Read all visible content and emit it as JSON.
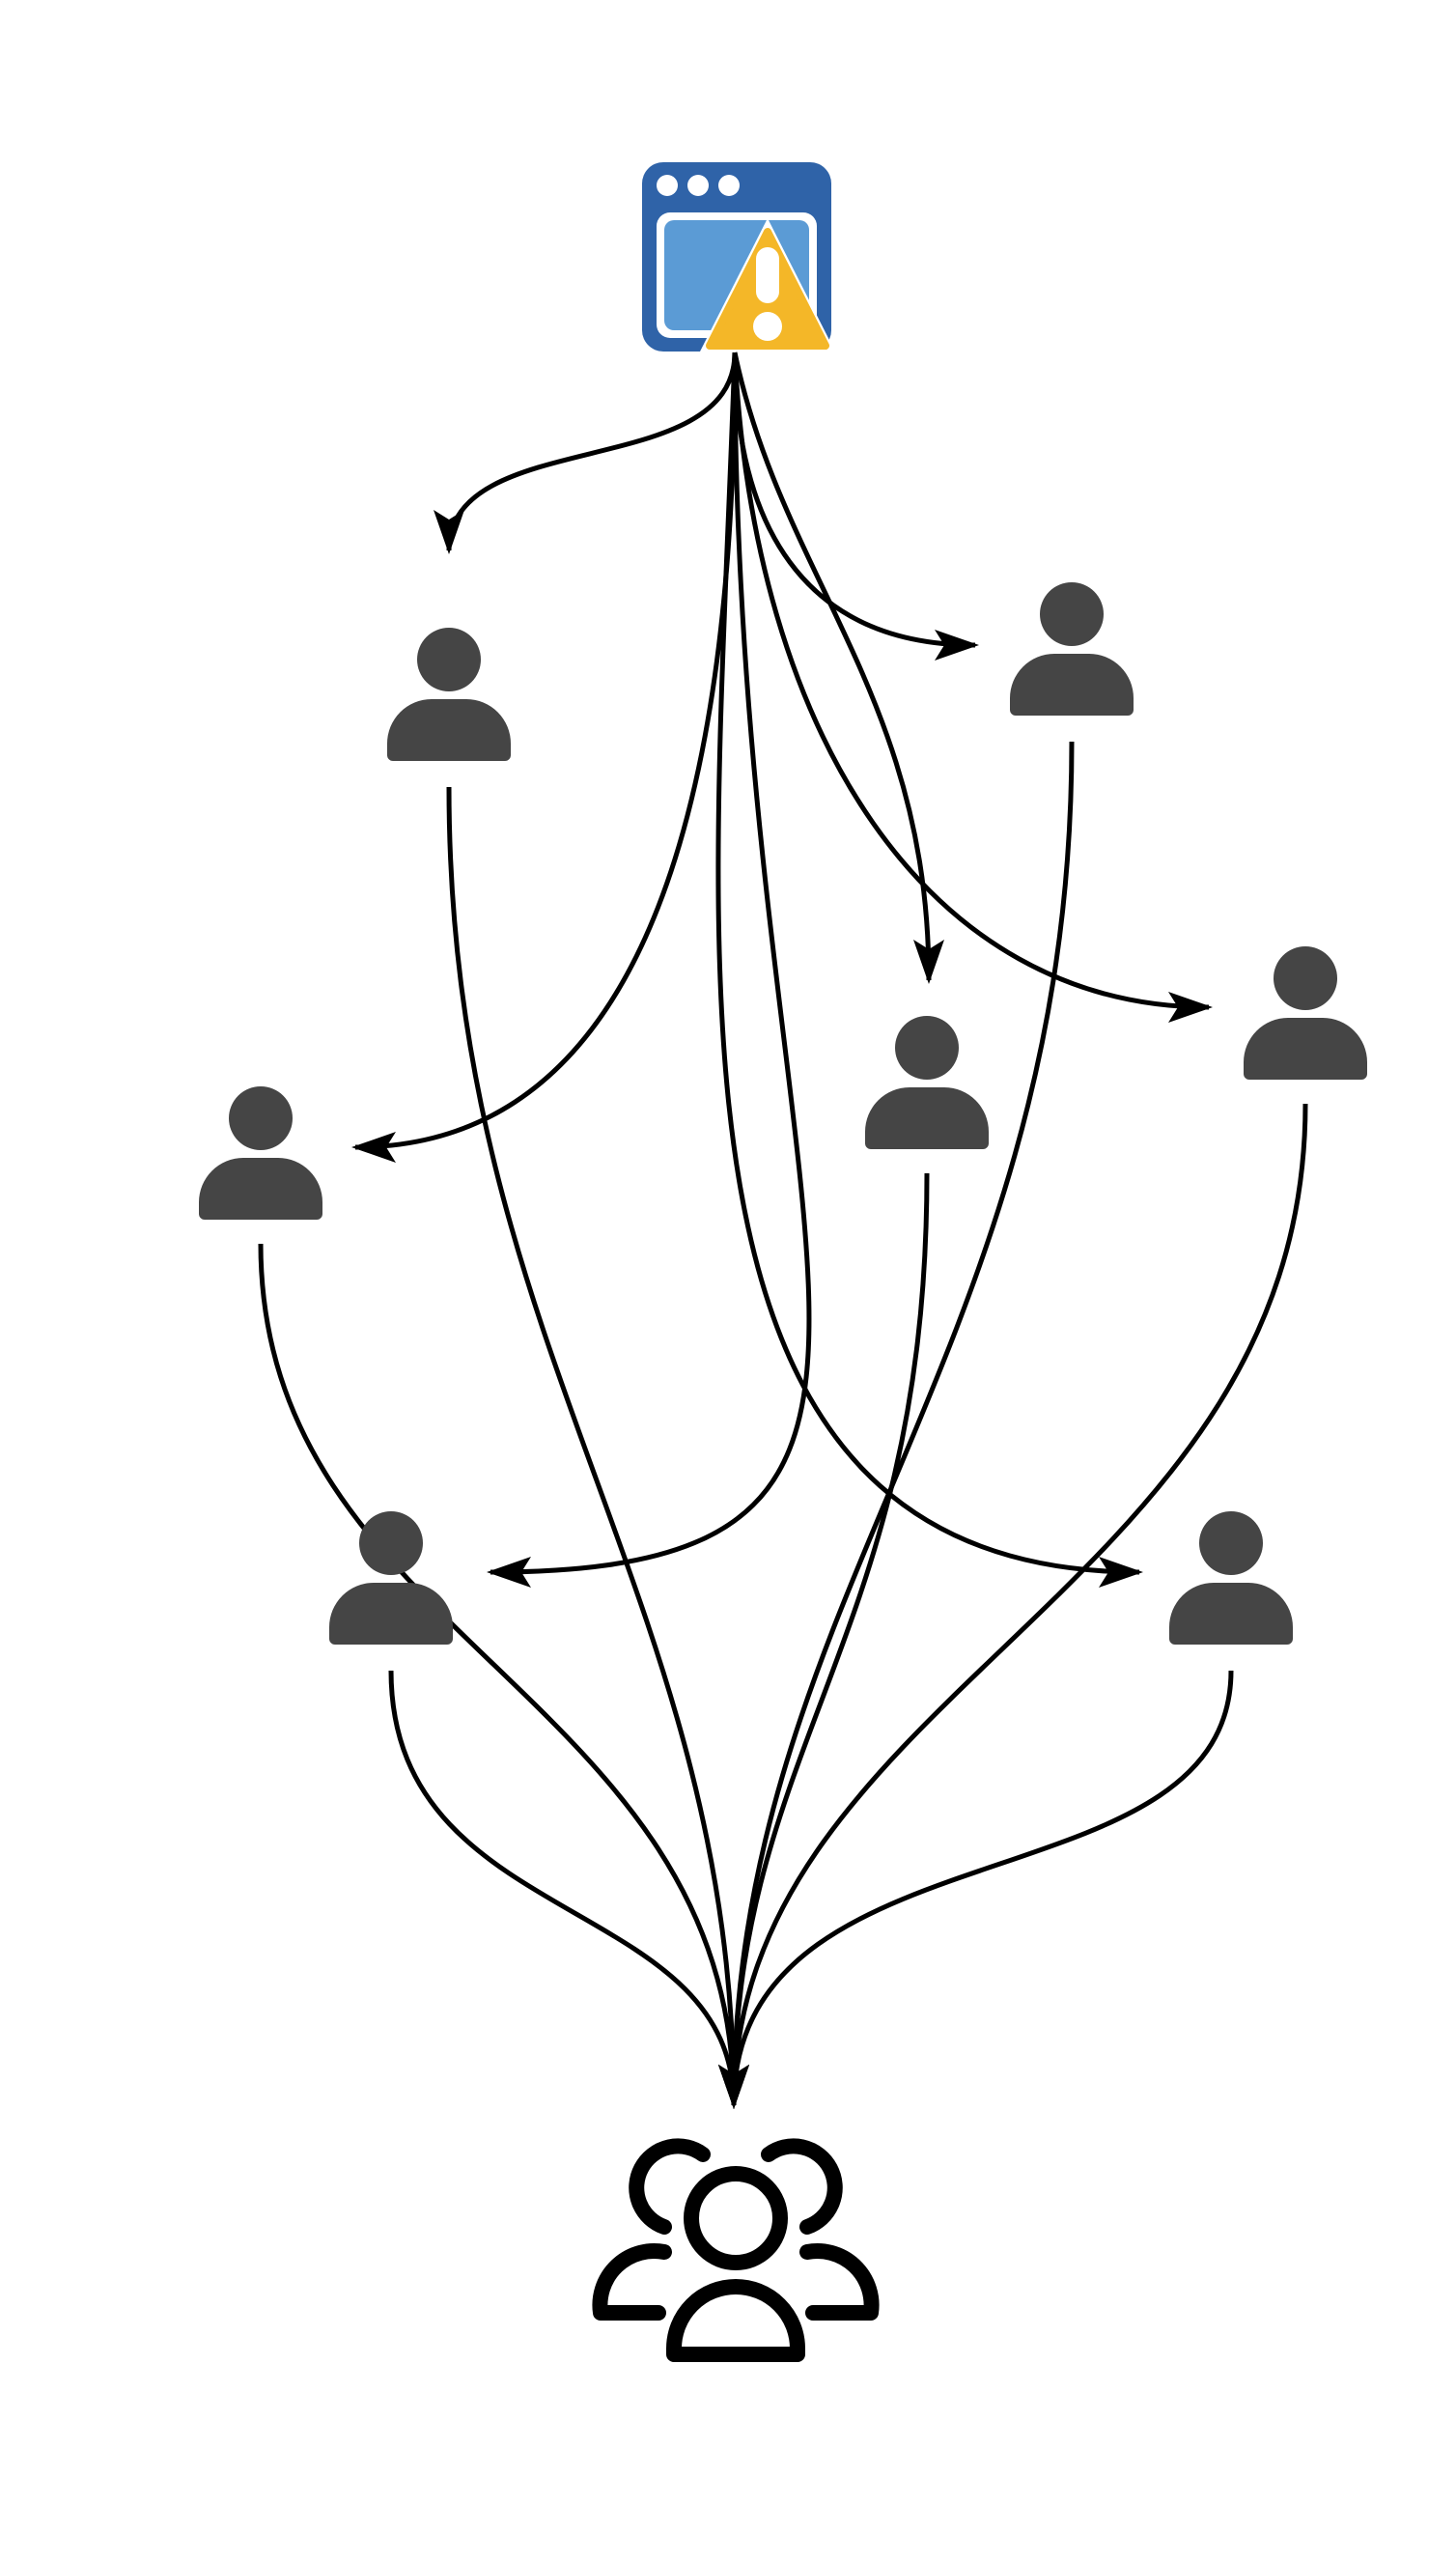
{
  "diagram": {
    "colors": {
      "person": "#454545",
      "edge": "#000000",
      "window_frame": "#2f63a8",
      "window_pane": "#5b9bd5",
      "warning": "#f4b728",
      "group_outline": "#000000"
    },
    "nodes": [
      {
        "id": "source",
        "icon": "browser-warning-icon"
      },
      {
        "id": "p1",
        "icon": "person-icon"
      },
      {
        "id": "p2",
        "icon": "person-icon"
      },
      {
        "id": "p3",
        "icon": "person-icon"
      },
      {
        "id": "p4",
        "icon": "person-icon"
      },
      {
        "id": "p5",
        "icon": "person-icon"
      },
      {
        "id": "p6",
        "icon": "person-icon"
      },
      {
        "id": "p7",
        "icon": "person-icon"
      },
      {
        "id": "group",
        "icon": "group-icon"
      }
    ],
    "edges": [
      {
        "from": "source",
        "to": "p1"
      },
      {
        "from": "source",
        "to": "p2"
      },
      {
        "from": "source",
        "to": "p3"
      },
      {
        "from": "source",
        "to": "p4"
      },
      {
        "from": "source",
        "to": "p5"
      },
      {
        "from": "source",
        "to": "p6"
      },
      {
        "from": "source",
        "to": "p7"
      },
      {
        "from": "p1",
        "to": "group"
      },
      {
        "from": "p2",
        "to": "group"
      },
      {
        "from": "p3",
        "to": "group"
      },
      {
        "from": "p4",
        "to": "group"
      },
      {
        "from": "p5",
        "to": "group"
      },
      {
        "from": "p6",
        "to": "group"
      },
      {
        "from": "p7",
        "to": "group"
      }
    ]
  }
}
